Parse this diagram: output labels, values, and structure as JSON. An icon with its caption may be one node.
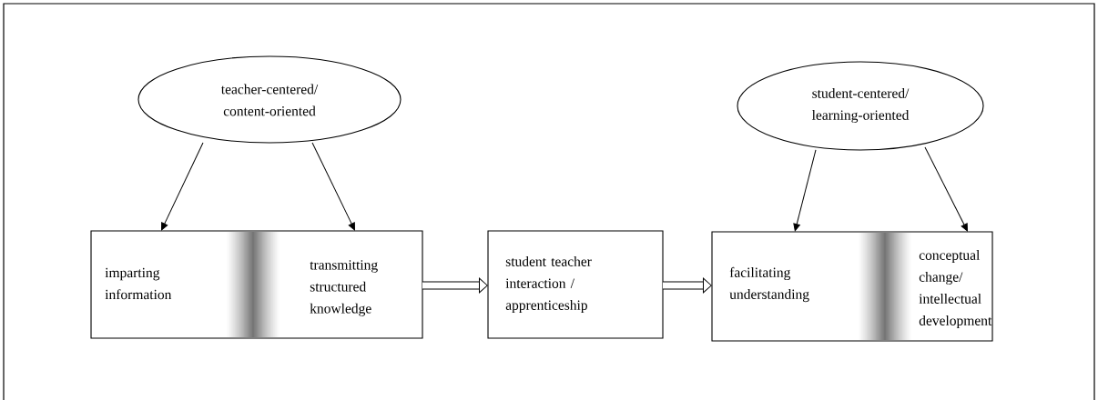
{
  "diagram": {
    "nodes": [
      {
        "text": [
          "teacher-centered/ content-oriented"
        ]
      },
      {
        "text": [
          "imparting information",
          "transmitting structured knowledge"
        ]
      },
      {
        "text": [
          "student teacher interaction / apprenticeship"
        ]
      },
      {
        "text": [
          "student-centered/ learning-oriented"
        ]
      },
      {
        "text": [
          "facilitating understanding",
          "conceptual change/ intellectual development"
        ]
      }
    ],
    "edges": [
      {
        "from": 0,
        "to": 1,
        "arrow": "to"
      },
      {
        "from": 0,
        "to": 1,
        "arrow": "to"
      },
      {
        "from": 1,
        "to": 2,
        "arrow": "to",
        "style": "thick"
      },
      {
        "from": 2,
        "to": 4,
        "arrow": "to",
        "style": "thick"
      },
      {
        "from": 3,
        "to": 4,
        "arrow": "to"
      },
      {
        "from": 3,
        "to": 4,
        "arrow": "to"
      }
    ]
  }
}
